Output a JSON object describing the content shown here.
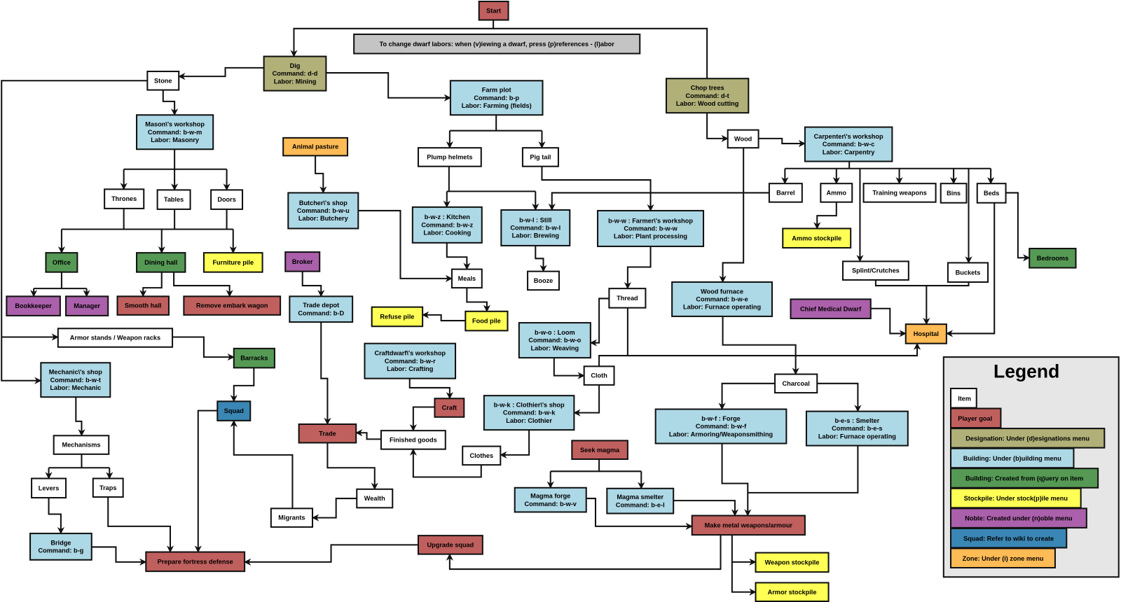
{
  "title": "Dwarf Fortress beginner flowchart",
  "colors": {
    "item": "#ffffff",
    "goal": "#c0605e",
    "designation": "#b0b078",
    "building": "#add8e6",
    "query": "#559955",
    "stockpile": "#ffff55",
    "noble": "#aa60aa",
    "squad": "#3a86b4",
    "zone": "#ffbb55",
    "note": "#c4c4c4"
  },
  "nodes": {
    "start": {
      "type": "goal",
      "lines": [
        "Start"
      ]
    },
    "note": {
      "type": "note",
      "lines": [
        "To change dwarf labors: when (v)iewing a dwarf, press (p)references - (l)abor"
      ]
    },
    "dig": {
      "type": "designation",
      "lines": [
        "Dig",
        "Command: d-d",
        "Labor: Mining"
      ]
    },
    "stone": {
      "type": "item",
      "lines": [
        "Stone"
      ]
    },
    "farm": {
      "type": "building",
      "lines": [
        "Farm plot",
        "Command: b-p",
        "Labor: Farming (fields)"
      ]
    },
    "chop": {
      "type": "designation",
      "lines": [
        "Chop trees",
        "Command: d-t",
        "Labor: Wood cutting"
      ]
    },
    "mason": {
      "type": "building",
      "lines": [
        "Mason\\'s workshop",
        "Command: b-w-m",
        "Labor: Masonry"
      ]
    },
    "pasture": {
      "type": "zone",
      "lines": [
        "Animal pasture"
      ]
    },
    "plump": {
      "type": "item",
      "lines": [
        "Plump helmets"
      ]
    },
    "pigtail": {
      "type": "item",
      "lines": [
        "Pig tail"
      ]
    },
    "wood": {
      "type": "item",
      "lines": [
        "Wood"
      ]
    },
    "carpenter": {
      "type": "building",
      "lines": [
        "Carpenter\\'s workshop",
        "Command: b-w-c",
        "Labor: Carpentry"
      ]
    },
    "thrones": {
      "type": "item",
      "lines": [
        "Thrones"
      ]
    },
    "tables": {
      "type": "item",
      "lines": [
        "Tables"
      ]
    },
    "doors": {
      "type": "item",
      "lines": [
        "Doors"
      ]
    },
    "butcher": {
      "type": "building",
      "lines": [
        "Butcher\\'s shop",
        "Command: b-w-u",
        "Labor: Butchery"
      ]
    },
    "kitchen": {
      "type": "building",
      "lines": [
        "b-w-z : Kitchen",
        "Command: b-w-z",
        "Labor: Cooking"
      ]
    },
    "still": {
      "type": "building",
      "lines": [
        "b-w-l : Still",
        "Command: b-w-l",
        "Labor: Brewing"
      ]
    },
    "farmers": {
      "type": "building",
      "lines": [
        "b-w-w : Farmer\\'s workshop",
        "Command: b-w-w",
        "Labor: Plant processing"
      ]
    },
    "barrel": {
      "type": "item",
      "lines": [
        "Barrel"
      ]
    },
    "ammo": {
      "type": "item",
      "lines": [
        "Ammo"
      ]
    },
    "training": {
      "type": "item",
      "lines": [
        "Training weapons"
      ]
    },
    "bins": {
      "type": "item",
      "lines": [
        "Bins"
      ]
    },
    "beds": {
      "type": "item",
      "lines": [
        "Beds"
      ]
    },
    "ammostock": {
      "type": "stockpile",
      "lines": [
        "Ammo stockpile"
      ]
    },
    "office": {
      "type": "query",
      "lines": [
        "Office"
      ]
    },
    "dining": {
      "type": "query",
      "lines": [
        "Dining hall"
      ]
    },
    "furniture": {
      "type": "stockpile",
      "lines": [
        "Furniture pile"
      ]
    },
    "broker": {
      "type": "noble",
      "lines": [
        "Broker"
      ]
    },
    "meals": {
      "type": "item",
      "lines": [
        "Meals"
      ]
    },
    "booze": {
      "type": "item",
      "lines": [
        "Booze"
      ]
    },
    "bedrooms": {
      "type": "query",
      "lines": [
        "Bedrooms"
      ]
    },
    "splint": {
      "type": "item",
      "lines": [
        "Splint/Crutches"
      ]
    },
    "buckets": {
      "type": "item",
      "lines": [
        "Buckets"
      ]
    },
    "thread": {
      "type": "item",
      "lines": [
        "Thread"
      ]
    },
    "woodfurnace": {
      "type": "building",
      "lines": [
        "Wood furnace",
        "Command: b-w-e",
        "Labor: Furnace operating"
      ]
    },
    "bookkeeper": {
      "type": "noble",
      "lines": [
        "Bookkeeper"
      ]
    },
    "manager": {
      "type": "noble",
      "lines": [
        "Manager"
      ]
    },
    "smooth": {
      "type": "goal",
      "lines": [
        "Smooth hall"
      ]
    },
    "wagon": {
      "type": "goal",
      "lines": [
        "Remove embark wagon"
      ]
    },
    "depot": {
      "type": "building",
      "lines": [
        "Trade depot",
        "Command: b-D"
      ]
    },
    "refuse": {
      "type": "stockpile",
      "lines": [
        "Refuse pile"
      ]
    },
    "food": {
      "type": "stockpile",
      "lines": [
        "Food pile"
      ]
    },
    "cmd": {
      "type": "noble",
      "lines": [
        "Chief Medical Dwarf"
      ]
    },
    "hospital": {
      "type": "zone",
      "lines": [
        "Hospital"
      ]
    },
    "armorstands": {
      "type": "item",
      "lines": [
        "Armor stands / Weapon racks"
      ]
    },
    "loom": {
      "type": "building",
      "lines": [
        "b-w-o : Loom",
        "Command: b-w-o",
        "Labor: Weaving"
      ]
    },
    "craftdwarf": {
      "type": "building",
      "lines": [
        "Craftdwarf\\'s workshop",
        "Command: b-w-r",
        "Labor: Crafting"
      ]
    },
    "barracks": {
      "type": "query",
      "lines": [
        "Barracks"
      ]
    },
    "cloth": {
      "type": "item",
      "lines": [
        "Cloth"
      ]
    },
    "charcoal": {
      "type": "item",
      "lines": [
        "Charcoal"
      ]
    },
    "mechanic": {
      "type": "building",
      "lines": [
        "Mechanic\\'s shop",
        "Command: b-w-t",
        "Labor: Mechanic"
      ]
    },
    "squad": {
      "type": "squad",
      "lines": [
        "Squad"
      ]
    },
    "clothier": {
      "type": "building",
      "lines": [
        "b-w-k : Clothier\\'s shop",
        "Command: b-w-k",
        "Labor: Clothier"
      ]
    },
    "craft": {
      "type": "goal",
      "lines": [
        "Craft"
      ]
    },
    "forge": {
      "type": "building",
      "lines": [
        "b-w-f : Forge",
        "Command: b-w-f",
        "Labor: Armoring/Weaponsmithing"
      ]
    },
    "smelter": {
      "type": "building",
      "lines": [
        "b-e-s : Smelter",
        "Command: b-e-s",
        "Labor: Furnace operating"
      ]
    },
    "trade": {
      "type": "goal",
      "lines": [
        "Trade"
      ]
    },
    "finished": {
      "type": "item",
      "lines": [
        "Finished goods"
      ]
    },
    "mechanisms": {
      "type": "item",
      "lines": [
        "Mechanisms"
      ]
    },
    "clothes": {
      "type": "item",
      "lines": [
        "Clothes"
      ]
    },
    "seekmagma": {
      "type": "goal",
      "lines": [
        "Seek magma"
      ]
    },
    "levers": {
      "type": "item",
      "lines": [
        "Levers"
      ]
    },
    "traps": {
      "type": "item",
      "lines": [
        "Traps"
      ]
    },
    "wealth": {
      "type": "item",
      "lines": [
        "Wealth"
      ]
    },
    "magmaforge": {
      "type": "building",
      "lines": [
        "Magma forge",
        "Command: b-w-v"
      ]
    },
    "magmasmelter": {
      "type": "building",
      "lines": [
        "Magma smelter",
        "Command: b-e-l"
      ]
    },
    "migrants": {
      "type": "item",
      "lines": [
        "Migrants"
      ]
    },
    "makemetal": {
      "type": "goal",
      "lines": [
        "Make metal weapons/armour"
      ]
    },
    "bridge": {
      "type": "building",
      "lines": [
        "Bridge",
        "Command: b-g"
      ]
    },
    "upgrade": {
      "type": "goal",
      "lines": [
        "Upgrade squad"
      ]
    },
    "prepare": {
      "type": "goal",
      "lines": [
        "Prepare fortress defense"
      ]
    },
    "weaponstock": {
      "type": "stockpile",
      "lines": [
        "Weapon stockpile"
      ]
    },
    "armorstock": {
      "type": "stockpile",
      "lines": [
        "Armor stockpile"
      ]
    }
  },
  "legend": {
    "title": "Legend",
    "items": [
      {
        "type": "item",
        "label": "Item"
      },
      {
        "type": "goal",
        "label": "Player goal"
      },
      {
        "type": "designation",
        "label": "Designation: Under (d)esignations menu"
      },
      {
        "type": "building",
        "label": "Building: Under (b)uilding menu"
      },
      {
        "type": "query",
        "label": "Building: Created from (q)uery on item"
      },
      {
        "type": "stockpile",
        "label": "Stockpile: Under stock(p)ile menu"
      },
      {
        "type": "noble",
        "label": "Noble: Created under (n)oble menu"
      },
      {
        "type": "squad",
        "label": "Squad: Refer to wiki to create"
      },
      {
        "type": "zone",
        "label": "Zone: Under (i) zone menu"
      }
    ]
  }
}
